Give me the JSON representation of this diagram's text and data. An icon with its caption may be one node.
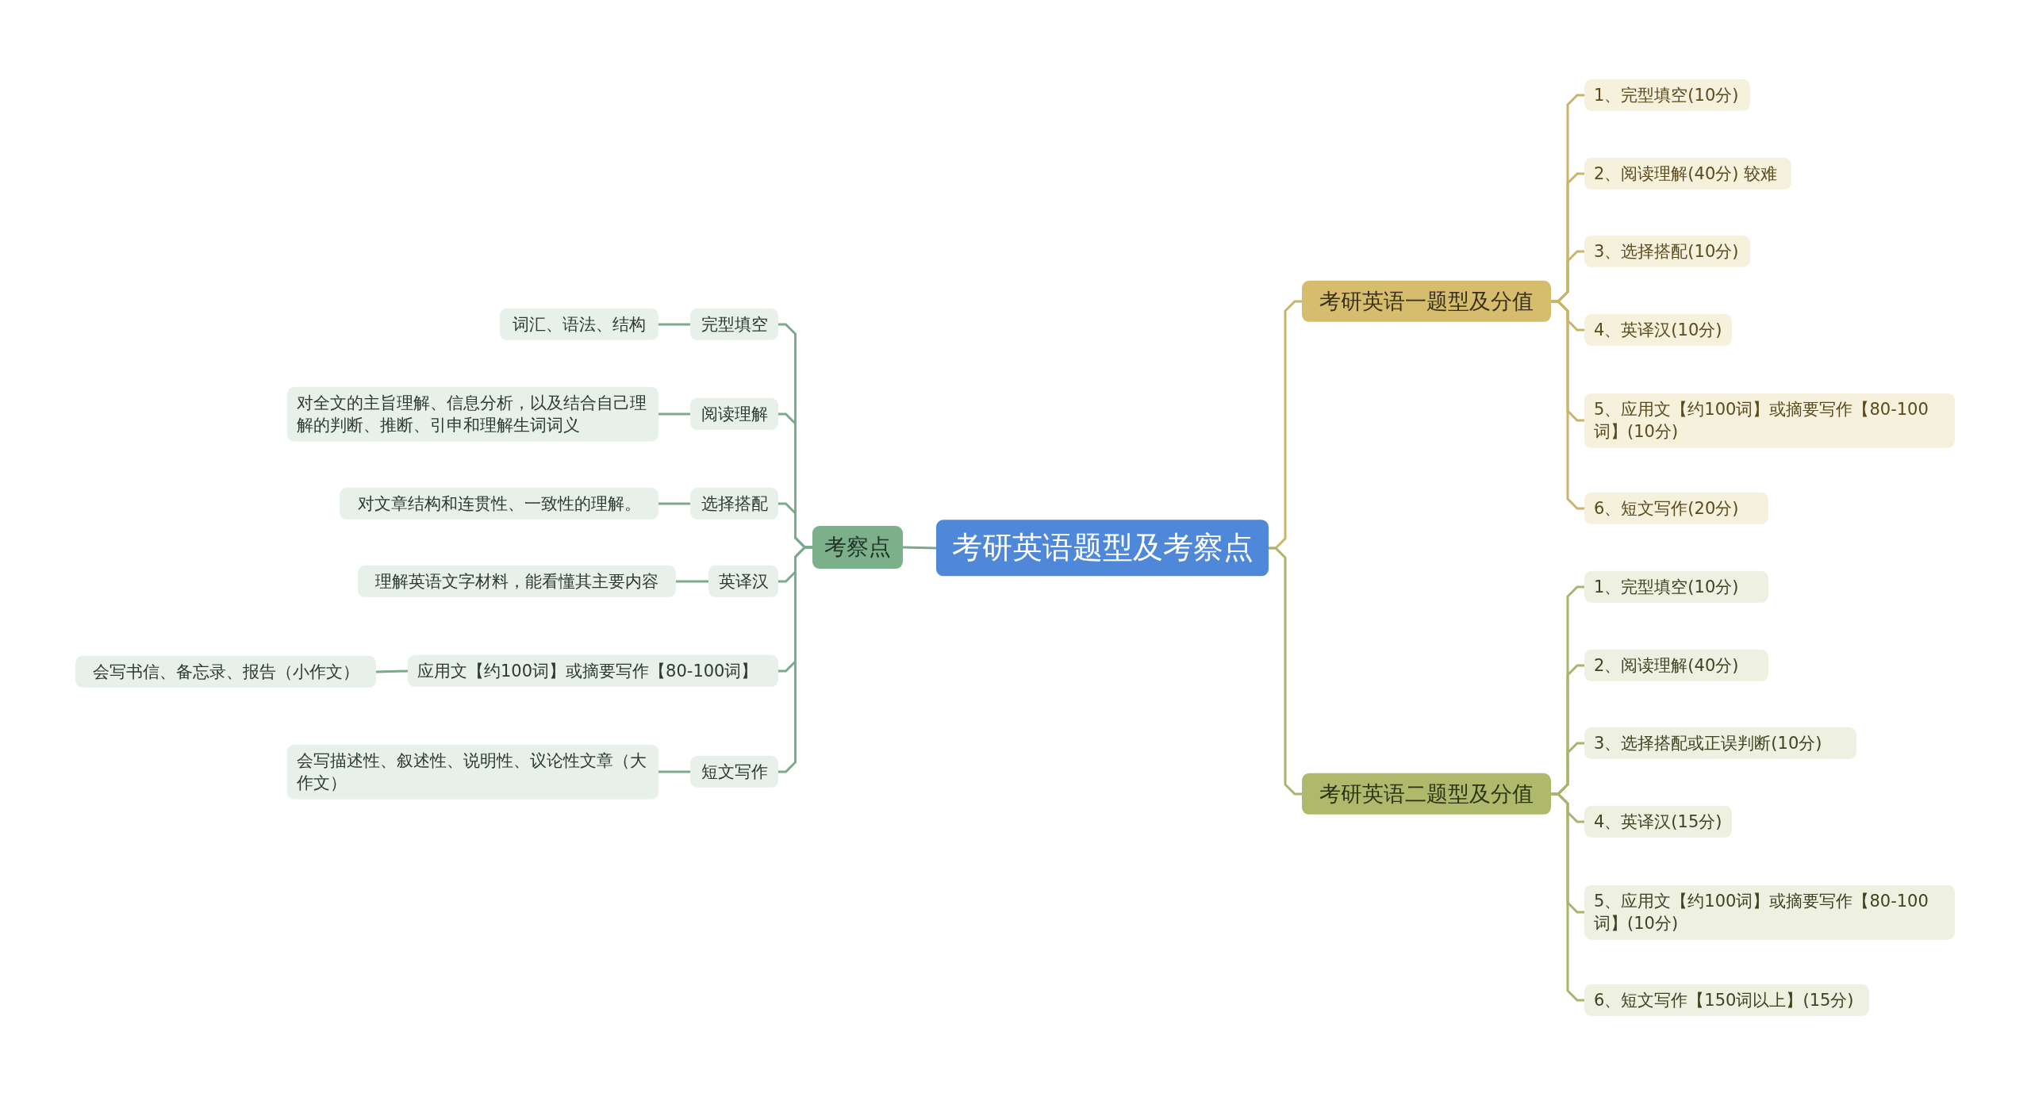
{
  "diagram": {
    "nodes": [
      {
        "text": [
          "考研英语题型及考察点"
        ]
      },
      {
        "text": [
          "考察点"
        ]
      },
      {
        "text": [
          "完型填空"
        ]
      },
      {
        "text": [
          "词汇、语法、结构"
        ]
      },
      {
        "text": [
          "阅读理解"
        ]
      },
      {
        "text": [
          "对全文的主旨理解、信息分析，以及结合自己理解的判断、推断、引申和理解生词词义"
        ]
      },
      {
        "text": [
          "选择搭配"
        ]
      },
      {
        "text": [
          "对文章结构和连贯性、一致性的理解。"
        ]
      },
      {
        "text": [
          "英译汉"
        ]
      },
      {
        "text": [
          "理解英语文字材料，能看懂其主要内容"
        ]
      },
      {
        "text": [
          "应用文【约100词】或摘要写作【80-100词】"
        ]
      },
      {
        "text": [
          "会写书信、备忘录、报告（小作文）"
        ]
      },
      {
        "text": [
          "短文写作"
        ]
      },
      {
        "text": [
          "会写描述性、叙述性、说明性、议论性文章（大作文）"
        ]
      },
      {
        "text": [
          "考研英语一题型及分值"
        ]
      },
      {
        "text": [
          "1、完型填空(10分)"
        ]
      },
      {
        "text": [
          "2、阅读理解(40分) 较难"
        ]
      },
      {
        "text": [
          "3、选择搭配(10分)"
        ]
      },
      {
        "text": [
          "4、英译汉(10分)"
        ]
      },
      {
        "text": [
          "5、应用文【约100词】或摘要写作【80-100词】(10分)"
        ]
      },
      {
        "text": [
          "6、短文写作(20分)"
        ]
      },
      {
        "text": [
          "考研英语二题型及分值"
        ]
      },
      {
        "text": [
          "1、完型填空(10分)"
        ]
      },
      {
        "text": [
          "2、阅读理解(40分)"
        ]
      },
      {
        "text": [
          "3、选择搭配或正误判断(10分)"
        ]
      },
      {
        "text": [
          "4、英译汉(15分)"
        ]
      },
      {
        "text": [
          "5、应用文【约100词】或摘要写作【80-100词】(10分)"
        ]
      },
      {
        "text": [
          "6、短文写作【150词以上】(15分)"
        ]
      }
    ],
    "edges": [
      {
        "from": 0,
        "to": 1,
        "arrow": "none"
      },
      {
        "from": 1,
        "to": 2,
        "arrow": "none"
      },
      {
        "from": 2,
        "to": 3,
        "arrow": "none"
      },
      {
        "from": 1,
        "to": 4,
        "arrow": "none"
      },
      {
        "from": 4,
        "to": 5,
        "arrow": "none"
      },
      {
        "from": 1,
        "to": 6,
        "arrow": "none"
      },
      {
        "from": 6,
        "to": 7,
        "arrow": "none"
      },
      {
        "from": 1,
        "to": 8,
        "arrow": "none"
      },
      {
        "from": 8,
        "to": 9,
        "arrow": "none"
      },
      {
        "from": 1,
        "to": 10,
        "arrow": "none"
      },
      {
        "from": 10,
        "to": 11,
        "arrow": "none"
      },
      {
        "from": 1,
        "to": 12,
        "arrow": "none"
      },
      {
        "from": 12,
        "to": 13,
        "arrow": "none"
      },
      {
        "from": 0,
        "to": 14,
        "arrow": "none",
        "color": "#c9b46a"
      },
      {
        "from": 14,
        "to": 15,
        "arrow": "none",
        "color": "#c9b46a"
      },
      {
        "from": 14,
        "to": 16,
        "arrow": "none",
        "color": "#c9b46a"
      },
      {
        "from": 14,
        "to": 17,
        "arrow": "none",
        "color": "#c9b46a"
      },
      {
        "from": 14,
        "to": 18,
        "arrow": "none",
        "color": "#c9b46a"
      },
      {
        "from": 14,
        "to": 19,
        "arrow": "none",
        "color": "#c9b46a"
      },
      {
        "from": 14,
        "to": 20,
        "arrow": "none",
        "color": "#c9b46a"
      },
      {
        "from": 0,
        "to": 21,
        "arrow": "none",
        "color": "#a9b46c"
      },
      {
        "from": 21,
        "to": 22,
        "arrow": "none",
        "color": "#a9b46c"
      },
      {
        "from": 21,
        "to": 23,
        "arrow": "none",
        "color": "#a9b46c"
      },
      {
        "from": 21,
        "to": 24,
        "arrow": "none",
        "color": "#a9b46c"
      },
      {
        "from": 21,
        "to": 25,
        "arrow": "none",
        "color": "#a9b46c"
      },
      {
        "from": 21,
        "to": 26,
        "arrow": "none",
        "color": "#a9b46c"
      },
      {
        "from": 21,
        "to": 27,
        "arrow": "none",
        "color": "#a9b46c"
      }
    ]
  }
}
